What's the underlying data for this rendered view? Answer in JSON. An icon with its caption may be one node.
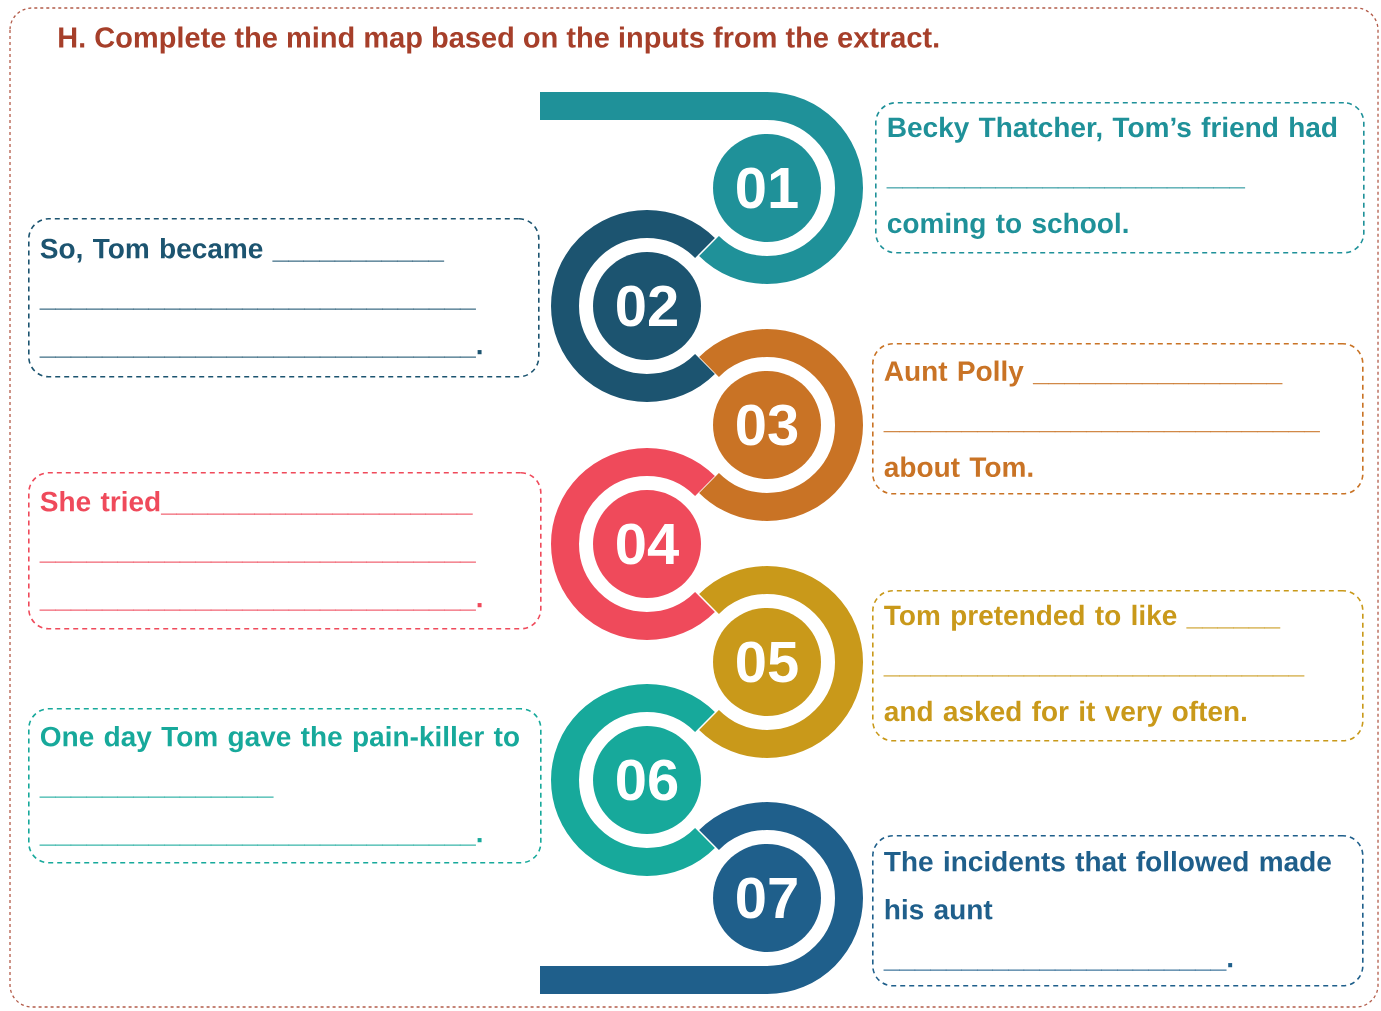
{
  "diagram": {
    "title": "H. Complete the mind map based on the inputs from the extract.",
    "nodes": [
      {
        "text": [
          "01"
        ]
      },
      {
        "text": [
          "Becky Thatcher, Tom’s friend had _______________________ coming to school."
        ]
      },
      {
        "text": [
          "02"
        ]
      },
      {
        "text": [
          "So, Tom became ___________ ____________________________ ____________________________."
        ]
      },
      {
        "text": [
          "03"
        ]
      },
      {
        "text": [
          "Aunt Polly ________________ ____________________________ about Tom."
        ]
      },
      {
        "text": [
          "04"
        ]
      },
      {
        "text": [
          "She tried____________________ ____________________________ ____________________________."
        ]
      },
      {
        "text": [
          "05"
        ]
      },
      {
        "text": [
          "Tom pretended to like ______ ___________________________ and asked for it very often."
        ]
      },
      {
        "text": [
          "06"
        ]
      },
      {
        "text": [
          "One day Tom gave the pain-killer to _______________ ____________________________."
        ]
      },
      {
        "text": [
          "07"
        ]
      },
      {
        "text": [
          "The incidents that followed made his aunt ______________________."
        ]
      }
    ]
  }
}
